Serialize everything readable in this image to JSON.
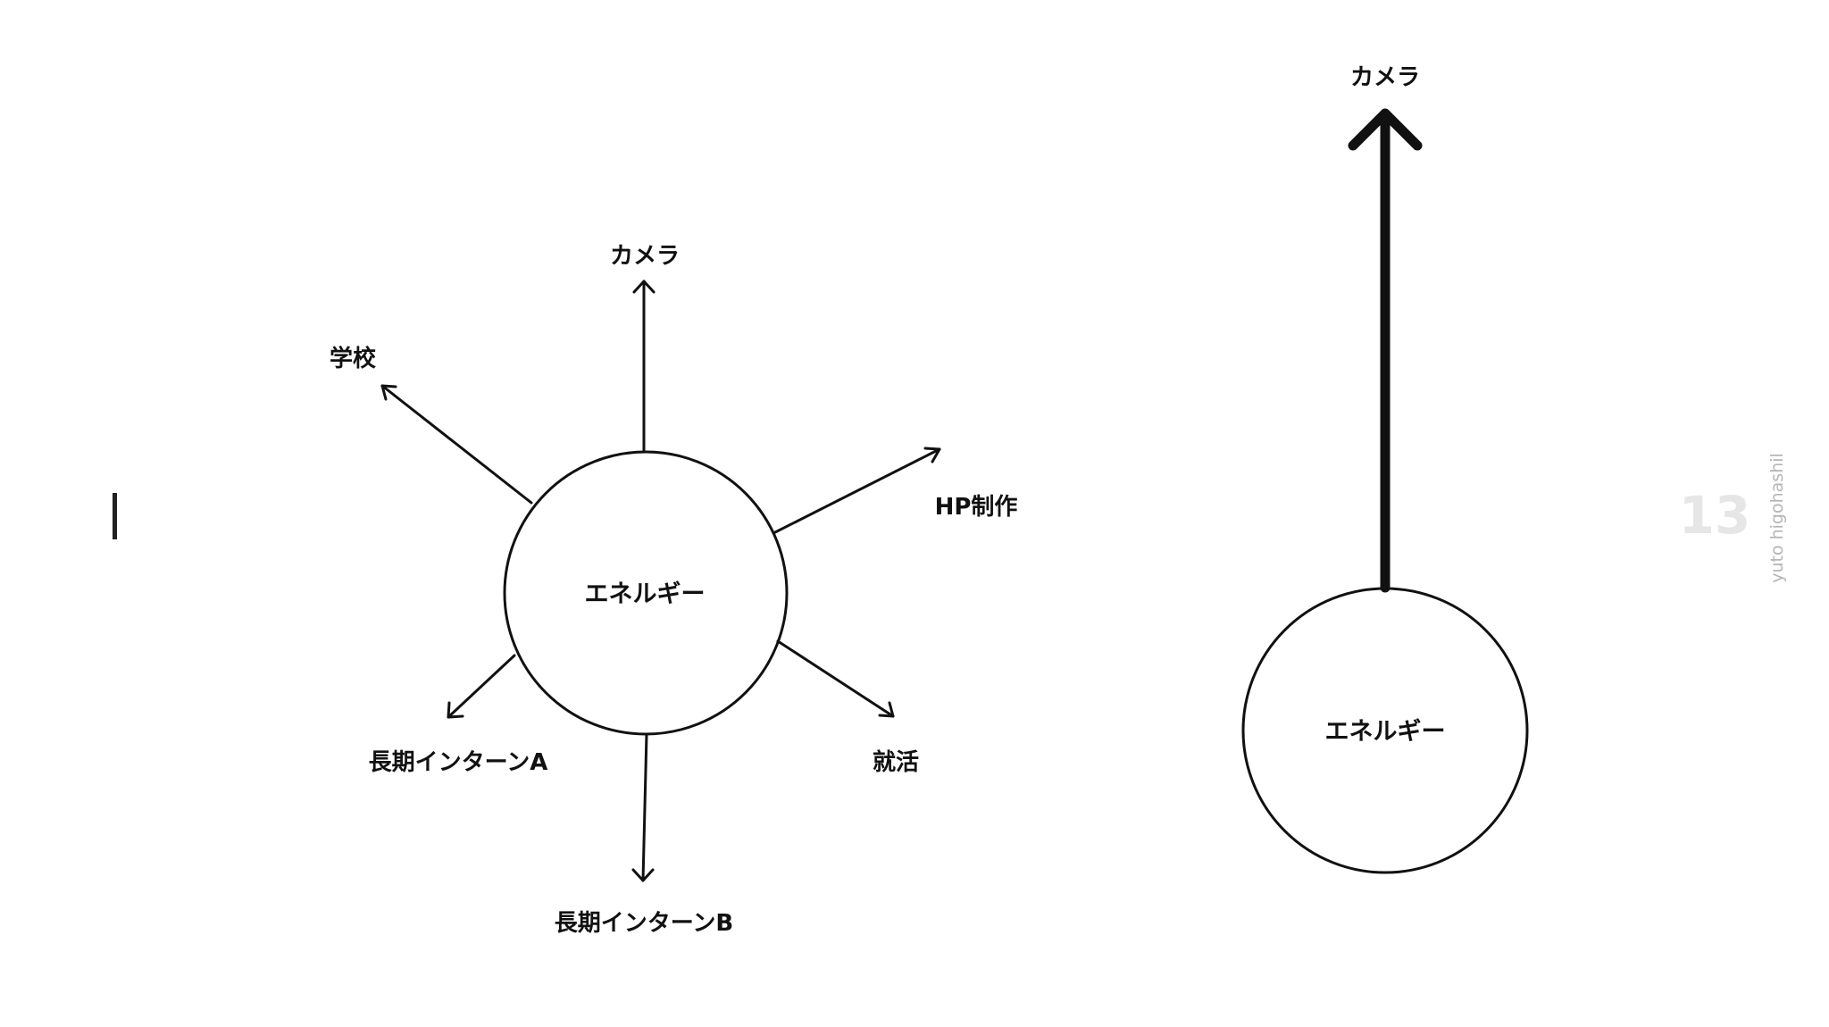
{
  "left_diagram": {
    "center": "エネルギー",
    "branches": [
      "カメラ",
      "学校",
      "HP制作",
      "長期インターンA",
      "就活",
      "長期インターンB"
    ]
  },
  "right_diagram": {
    "center": "エネルギー",
    "target": "カメラ"
  },
  "page_number": "13",
  "author": "yuto higohashil",
  "colors": {
    "ink": "#111111",
    "page_number": "#e6e6e6",
    "author": "#b5b5b5"
  }
}
